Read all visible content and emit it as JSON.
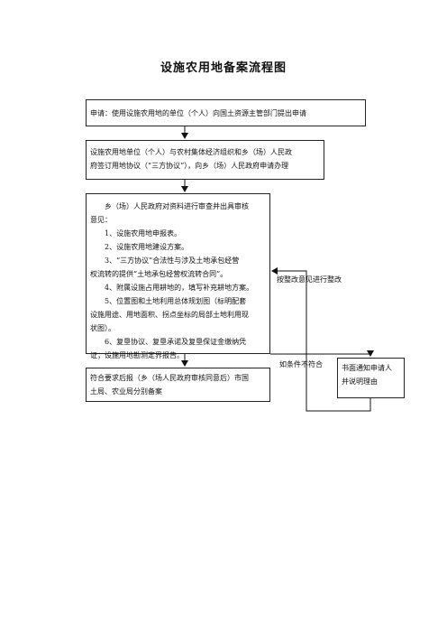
{
  "title": "设施农用地备案流程图",
  "steps": {
    "apply": "申请：使用设施农用地的单位（个人）向国土资源主管部门提出申请",
    "agreement": [
      "设施农用地单位（个人）与农村集体经济组织和乡（场）人民政",
      "府签订用地协议（“三方协议”），向乡（场）人民政府申请办理"
    ],
    "review": [
      "乡（场）人民政府对资料进行审查并出具审核",
      "意见：",
      "1、设施农用地申报表。",
      "2、设施农用地建设方案。",
      "3、“三方协议”合法性与涉及土地承包经营",
      "权流转的提供“土地承包经营权流转合同”。",
      "4、附属设施占用耕地的，填写补充耕地方案。",
      "5、位置图和土地利用总体规划图（标明配套",
      "设施用途、用地面积、拐点坐标的局部土地利用现",
      "状图）。",
      "6、复垦协议、复垦承诺及复垦保证金缴纳凭",
      "证；设施用地勘测定界报告。"
    ],
    "filing": [
      "符合要求后报（乡（场人民政府审核同意后）市国",
      "土局、农业局分别备案"
    ],
    "notify": [
      "书面通知申请人",
      "并说明理由"
    ]
  },
  "labels": {
    "rectify": "按整改意见进行整改",
    "not_meet": "如条件不符合"
  }
}
